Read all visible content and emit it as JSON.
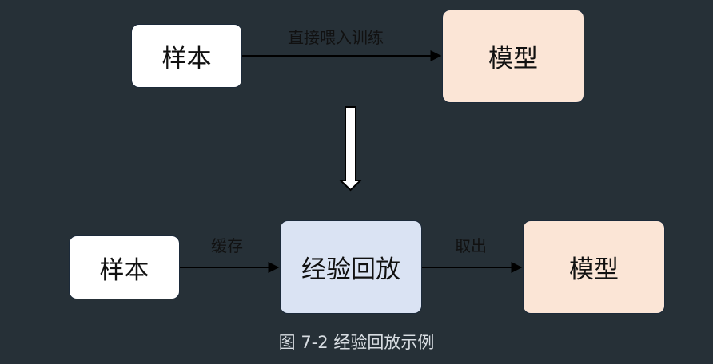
{
  "top_row": {
    "source_label": "样本",
    "edge_label": "直接喂入训练",
    "target_label": "模型"
  },
  "bottom_row": {
    "source_label": "样本",
    "edge1_label": "缓存",
    "buffer_label": "经验回放",
    "edge2_label": "取出",
    "target_label": "模型"
  },
  "caption": "图 7-2 经验回放示例",
  "colors": {
    "background": "#263037",
    "sample_box": "#ffffff",
    "model_box": "#fbe5d6",
    "buffer_box": "#dae3f3",
    "arrow": "#000000"
  }
}
